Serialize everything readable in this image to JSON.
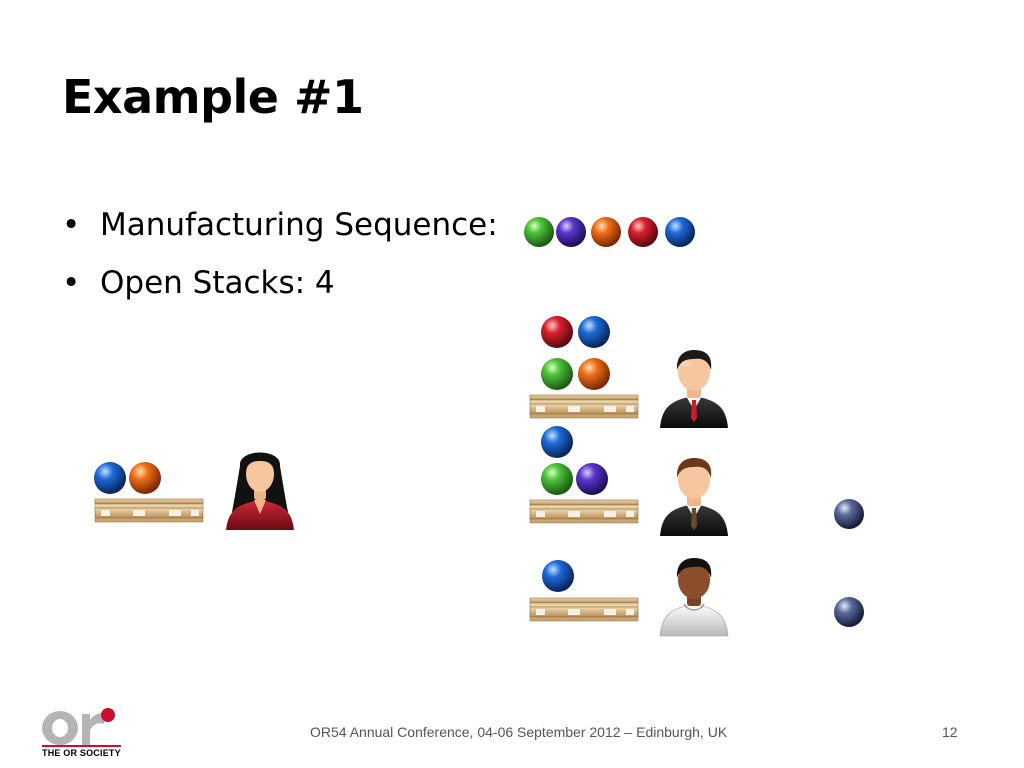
{
  "slide": {
    "title": "Example #1",
    "bullets": [
      {
        "label": "Manufacturing Sequence:"
      },
      {
        "label": "Open Stacks: 4"
      }
    ],
    "sequence_balls": [
      "green-ball-icon",
      "purple-ball-icon",
      "orange-ball-icon",
      "red-ball-icon",
      "blue-ball-icon"
    ],
    "colors": {
      "green": "#3aa62a",
      "purple": "#4a2aa8",
      "orange": "#e0601a",
      "red": "#c8202a",
      "blue": "#1a62c8",
      "grey": "#4a5a8a",
      "pallet": "#d9b98a"
    }
  },
  "footer": {
    "conference": "OR54 Annual Conference, 04-06 September 2012 – Edinburgh, UK",
    "page_number": "12",
    "logo_text": "THE OR SOCIETY"
  }
}
